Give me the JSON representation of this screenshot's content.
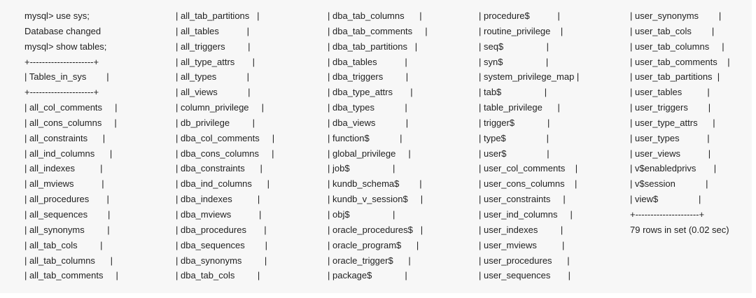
{
  "terminal": {
    "columns": [
      [
        "mysql> use sys;",
        "Database changed",
        "mysql> show tables;",
        "+---------------------+",
        "| Tables_in_sys        |",
        "+---------------------+",
        "| all_col_comments     |",
        "| all_cons_columns     |",
        "| all_constraints      |",
        "| all_ind_columns      |",
        "| all_indexes          |",
        "| all_mviews           |",
        "| all_procedures       |",
        "| all_sequences        |",
        "| all_synonyms         |",
        "| all_tab_cols         |",
        "| all_tab_columns      |",
        "| all_tab_comments     |"
      ],
      [
        "| all_tab_partitions   |",
        "| all_tables           |",
        "| all_triggers         |",
        "| all_type_attrs       |",
        "| all_types            |",
        "| all_views            |",
        "| column_privilege     |",
        "| db_privilege         |",
        "| dba_col_comments     |",
        "| dba_cons_columns     |",
        "| dba_constraints      |",
        "| dba_ind_columns      |",
        "| dba_indexes          |",
        "| dba_mviews           |",
        "| dba_procedures       |",
        "| dba_sequences        |",
        "| dba_synonyms         |",
        "| dba_tab_cols         |"
      ],
      [
        "| dba_tab_columns      |",
        "| dba_tab_comments     |",
        "| dba_tab_partitions   |",
        "| dba_tables           |",
        "| dba_triggers         |",
        "| dba_type_attrs       |",
        "| dba_types            |",
        "| dba_views            |",
        "| function$            |",
        "| global_privilege     |",
        "| job$                 |",
        "| kundb_schema$        |",
        "| kundb_v_session$     |",
        "| obj$                 |",
        "| oracle_procedures$   |",
        "| oracle_program$      |",
        "| oracle_trigger$      |",
        "| package$             |"
      ],
      [
        "| procedure$           |",
        "| routine_privilege    |",
        "| seq$                 |",
        "| syn$                 |",
        "| system_privilege_map |",
        "| tab$                 |",
        "| table_privilege      |",
        "| trigger$             |",
        "| type$                |",
        "| user$                |",
        "| user_col_comments    |",
        "| user_cons_columns    |",
        "| user_constraints     |",
        "| user_ind_columns     |",
        "| user_indexes         |",
        "| user_mviews          |",
        "| user_procedures      |",
        "| user_sequences       |"
      ],
      [
        "| user_synonyms        |",
        "| user_tab_cols        |",
        "| user_tab_columns     |",
        "| user_tab_comments    |",
        "| user_tab_partitions  |",
        "| user_tables          |",
        "| user_triggers        |",
        "| user_type_attrs      |",
        "| user_types           |",
        "| user_views           |",
        "| v$enabledprivs       |",
        "| v$session            |",
        "| view$                |",
        "+---------------------+",
        "79 rows in set (0.02 sec)"
      ]
    ]
  }
}
